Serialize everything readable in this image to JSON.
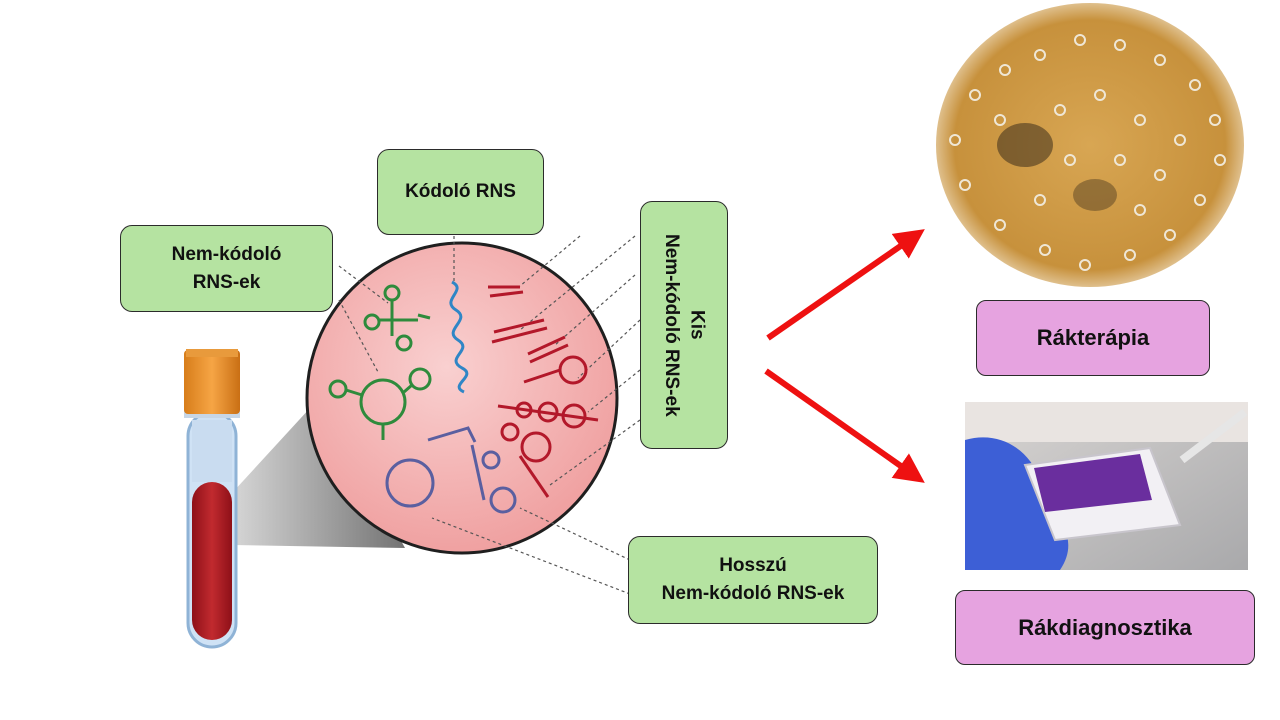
{
  "labels": {
    "coding_rna": "Kódoló RNS",
    "noncoding_rna": "Nem-kódoló\nRNS-ek",
    "small_ncrna": "Kis\nNem-kódoló RNS-ek",
    "long_ncrna": "Hosszú\nNem-kódoló RNS-ek"
  },
  "outcomes": {
    "therapy": "Rákterápia",
    "diagnostics": "Rákdiagnosztika"
  },
  "colors": {
    "label_fill": "#b5e3a1",
    "outcome_fill": "#e6a3e0",
    "circle_fill": "#f4b7b7",
    "arrow": "#ee1111",
    "coding_rna": "#2f86c6",
    "noncoding_green": "#2e8b3c",
    "small_red": "#b3182a",
    "long_purple": "#5a5fa0"
  }
}
